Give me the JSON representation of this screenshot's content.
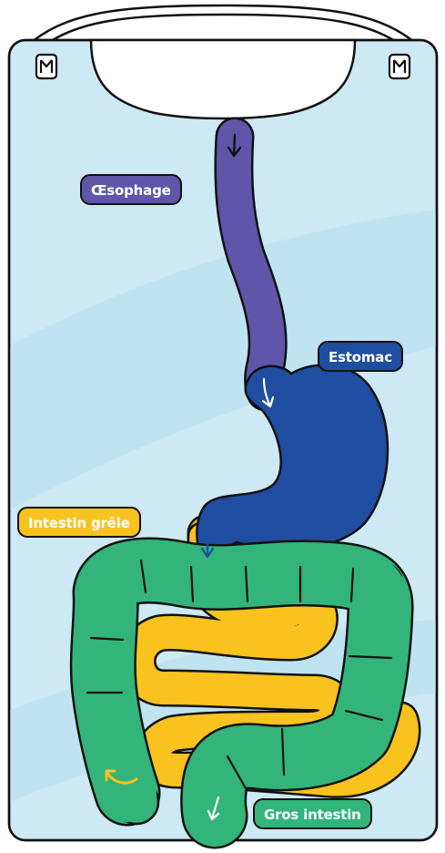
{
  "labels": {
    "oesophagus": "Œsophage",
    "stomach": "Estomac",
    "small_intestine": "Intestin grêle",
    "large_intestine": "Gros intestin"
  },
  "colors": {
    "board": "#cde9f4",
    "board_stripe": "#b8e0ef",
    "oesophagus": "#5f55a9",
    "stomach": "#1f4ea0",
    "small_intestine": "#f8c21f",
    "large_intestine": "#33b47a",
    "outline": "#111111"
  },
  "icons": [
    "hanger-clip-left-icon",
    "hanger-clip-right-icon",
    "flow-arrow-icon"
  ]
}
